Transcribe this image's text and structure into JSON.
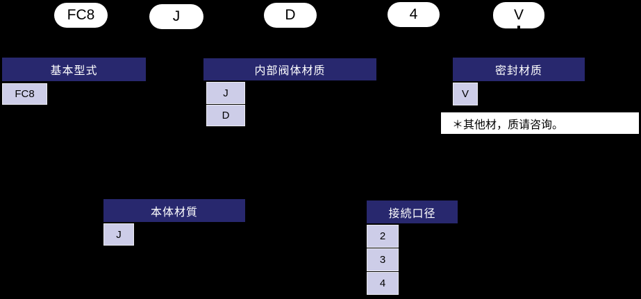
{
  "colors": {
    "background": "#000000",
    "header_bg": "#28286E",
    "header_text": "#FFFFFF",
    "cell_bg": "#CDCDE8",
    "cell_border": "#ECECF2",
    "pill_bg": "#FFFFFF",
    "pill_text": "#000000",
    "note_bg": "#FFFFFF",
    "note_text": "#000000"
  },
  "model_code_pills": [
    {
      "label": "FC8"
    },
    {
      "label": "J"
    },
    {
      "label": "D"
    },
    {
      "label": "4"
    },
    {
      "label": "V"
    }
  ],
  "tables": [
    {
      "header": "基本型式",
      "cells": [
        "FC8"
      ]
    },
    {
      "header": "内部阀体材质",
      "cells": [
        "J",
        "D"
      ]
    },
    {
      "header": "密封材质",
      "cells": [
        "V"
      ]
    },
    {
      "header": "本体材質",
      "cells": [
        "J"
      ]
    },
    {
      "header": "接続口径",
      "cells": [
        "2",
        "3",
        "4"
      ]
    }
  ],
  "note": {
    "text": "＊其他材，质请咨询。"
  }
}
